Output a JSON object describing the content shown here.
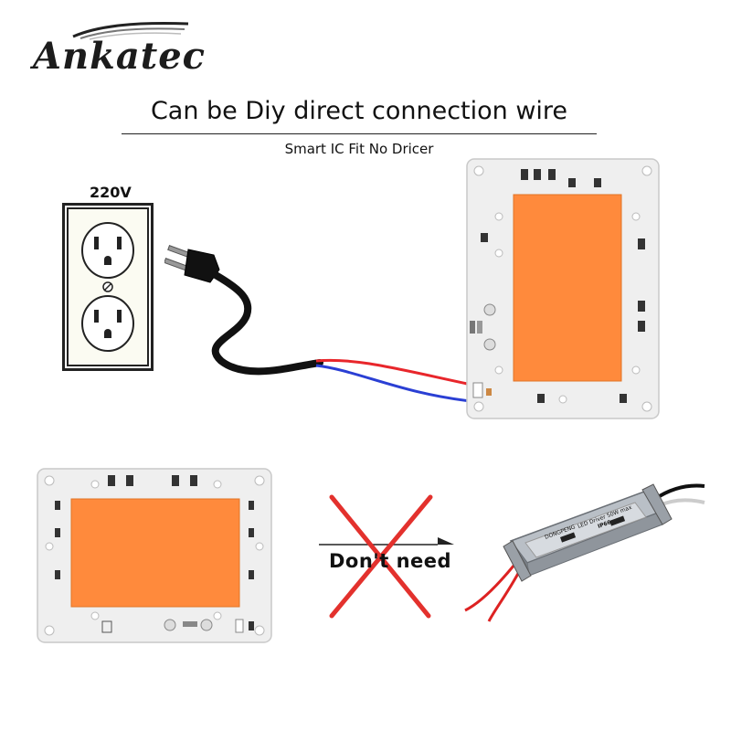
{
  "brand": {
    "name": "Ankatec"
  },
  "headline": "Can be Diy direct connection wire",
  "subline": "Smart IC Fit No Dricer",
  "outlet": {
    "voltage_label": "220V"
  },
  "no_driver": {
    "label": "Don't need"
  },
  "driver": {
    "brand_text": "DONGPENG",
    "model_text": "LED Driver 50W max",
    "rating_text": "IP66"
  },
  "colors": {
    "led_orange": "#ff8a3c",
    "board_white": "#efefef",
    "wire_red": "#e8262b",
    "wire_blue": "#2a3fd4",
    "cross_red": "#e3312d"
  }
}
